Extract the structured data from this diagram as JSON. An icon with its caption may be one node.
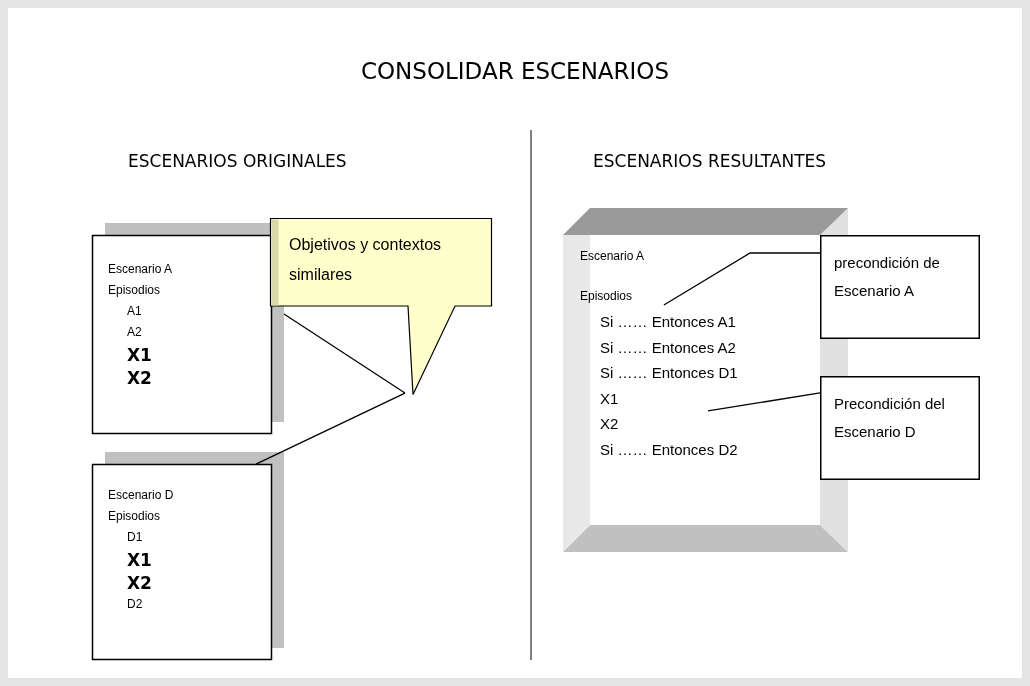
{
  "diagram": {
    "title": "CONSOLIDAR ESCENARIOS",
    "nodes": [
      {
        "text": [
          "Escenario A",
          "Episodios",
          "A1",
          "A2",
          "X1",
          "X2"
        ]
      },
      {
        "text": [
          "Escenario D",
          "Episodios",
          "D1",
          "X1",
          "X2",
          "D2"
        ]
      },
      {
        "text": [
          "Objetivos y contextos similares"
        ]
      },
      {
        "text": [
          "Escenario A",
          "Episodios",
          "Si …… Entonces A1",
          "Si …… Entonces A2",
          "Si …… Entonces D1",
          "X1",
          "X2",
          "Si …… Entonces D2"
        ]
      },
      {
        "text": [
          "precondición de Escenario A"
        ]
      },
      {
        "text": [
          "Precondición del Escenario D"
        ]
      }
    ],
    "edges": [
      {
        "from": 2,
        "to": 0,
        "arrow": "none"
      },
      {
        "from": 2,
        "to": 1,
        "arrow": "none"
      },
      {
        "from": 4,
        "to": 3,
        "arrow": "none"
      },
      {
        "from": 5,
        "to": 3,
        "arrow": "none"
      }
    ],
    "labels": [
      "ESCENARIOS ORIGINALES",
      "ESCENARIOS RESULTANTES"
    ]
  }
}
